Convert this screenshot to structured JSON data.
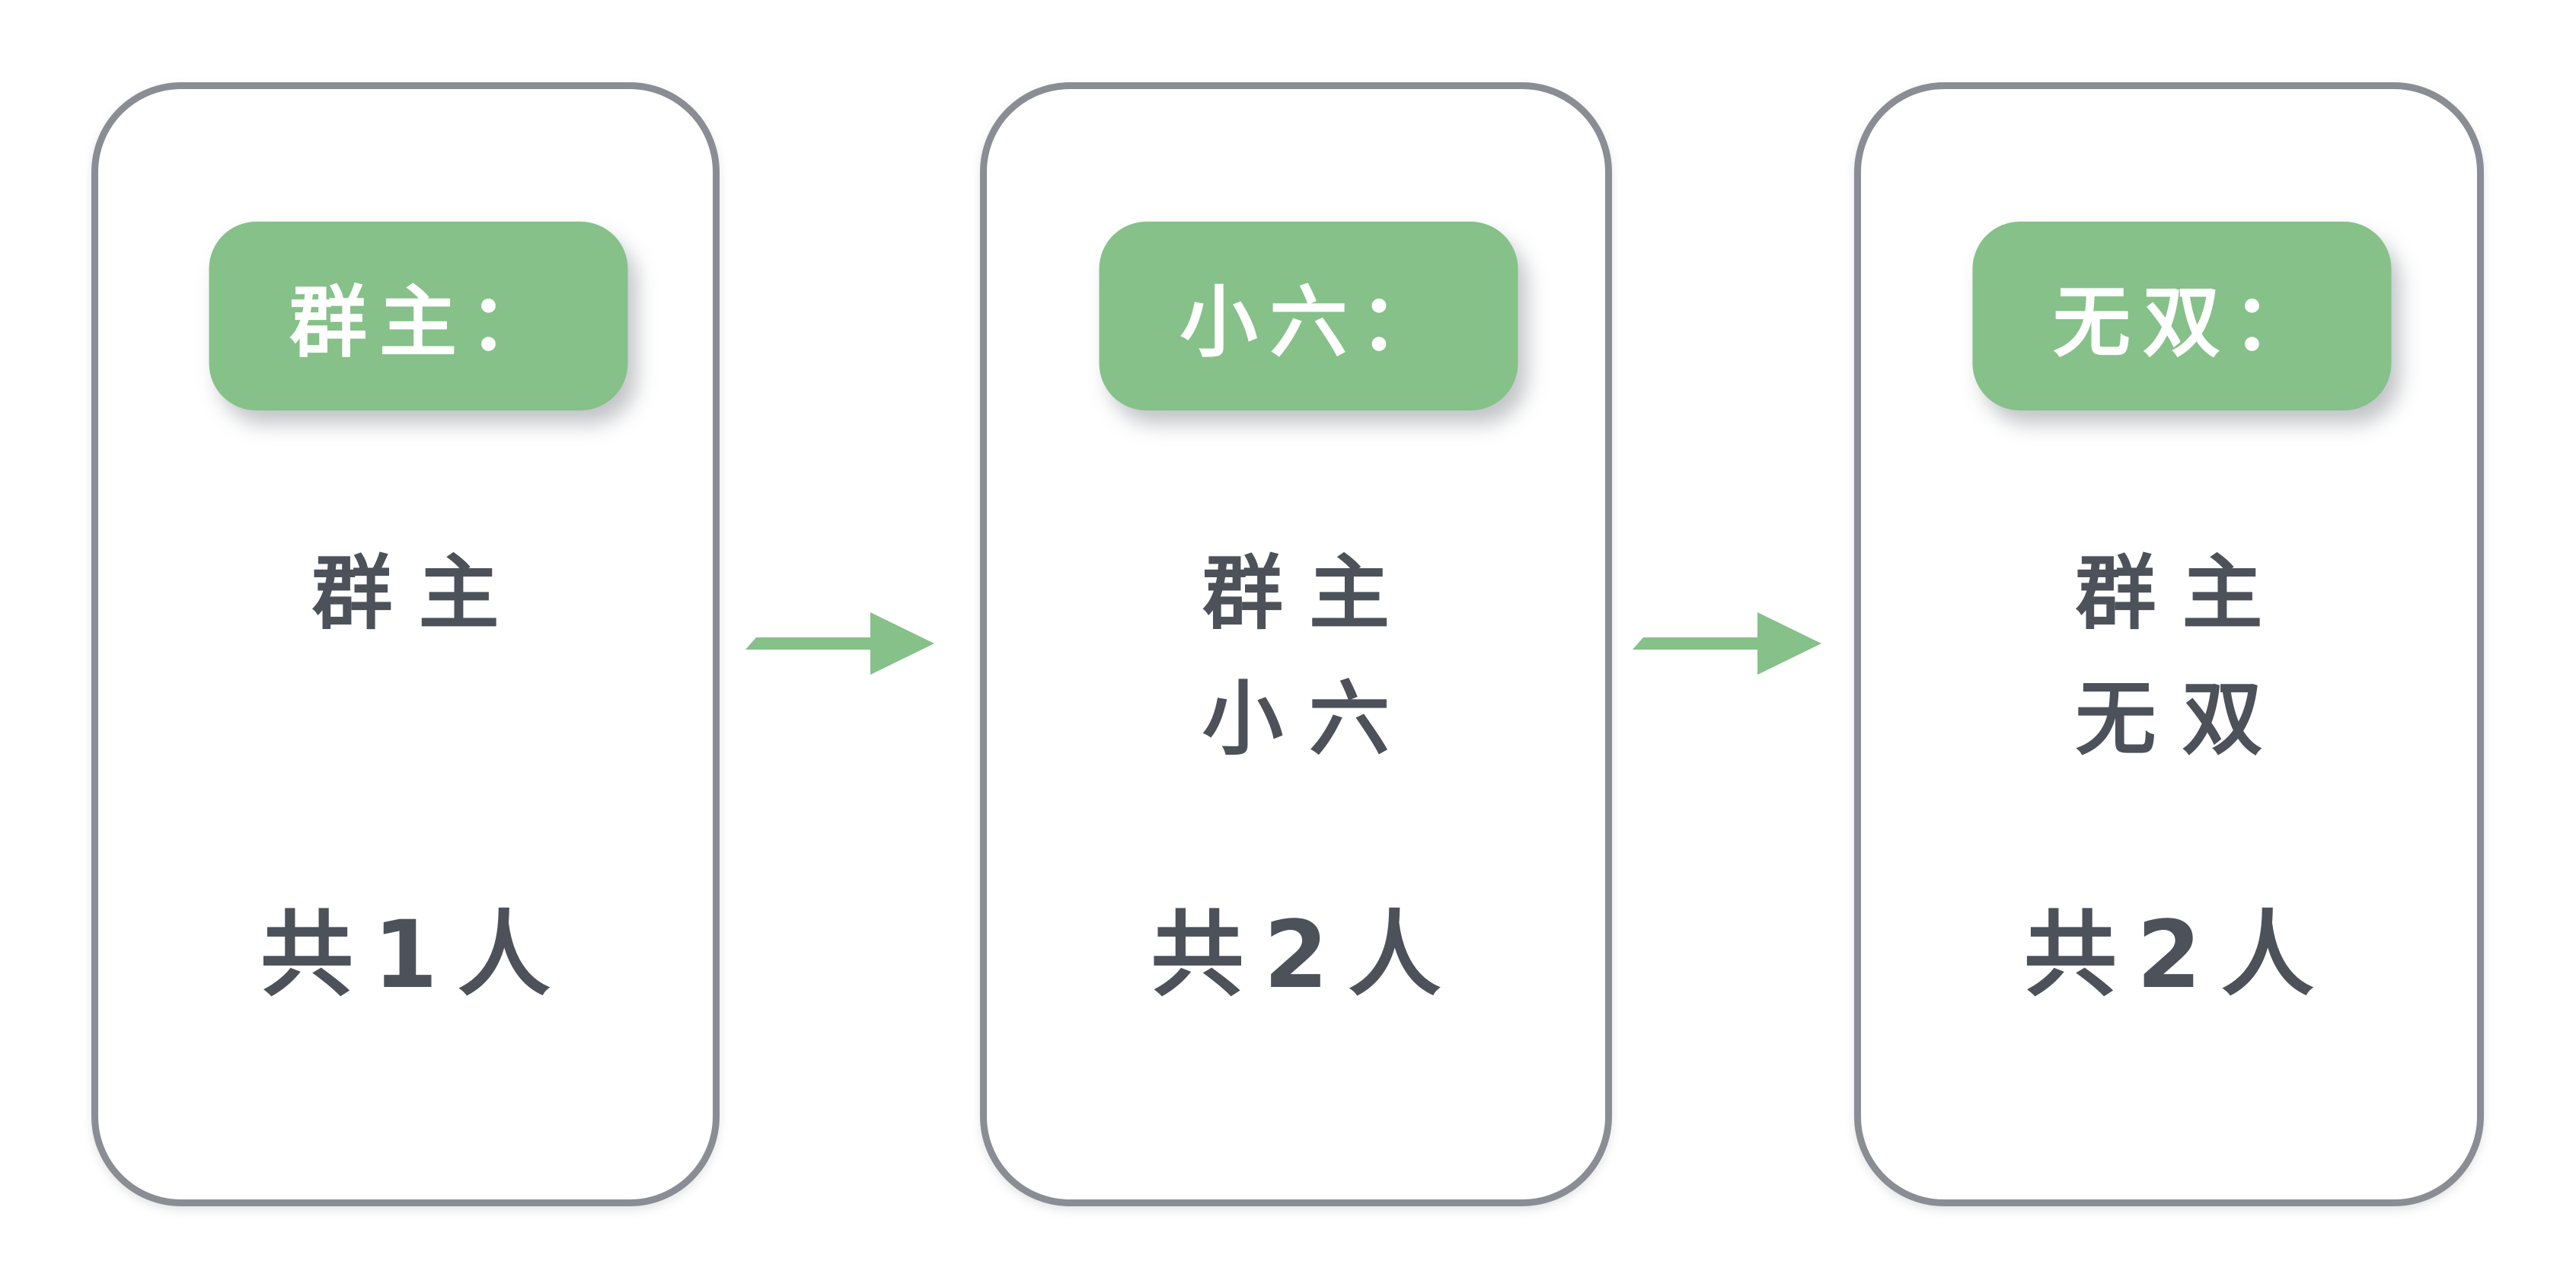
{
  "diagram": {
    "description_note": "three rounded cards linked by right arrows showing group member growth",
    "colors": {
      "background": "#ffffff",
      "card_border": "#8a8e94",
      "badge_green": "#85c189",
      "arrow_green": "#85c189",
      "body_text": "#4c515a",
      "badge_text": "#ffffff"
    },
    "cards": [
      {
        "badge_label": "群主：",
        "member_lines": [
          "群主"
        ],
        "count_label": "共1人"
      },
      {
        "badge_label": "小六：",
        "member_lines": [
          "群主",
          "小六"
        ],
        "count_label": "共2人"
      },
      {
        "badge_label": "无双：",
        "member_lines": [
          "群主",
          "无双"
        ],
        "count_label": "共2人"
      }
    ],
    "arrows": [
      {
        "label": "arrow-1",
        "direction": "right"
      },
      {
        "label": "arrow-2",
        "direction": "right"
      }
    ]
  }
}
